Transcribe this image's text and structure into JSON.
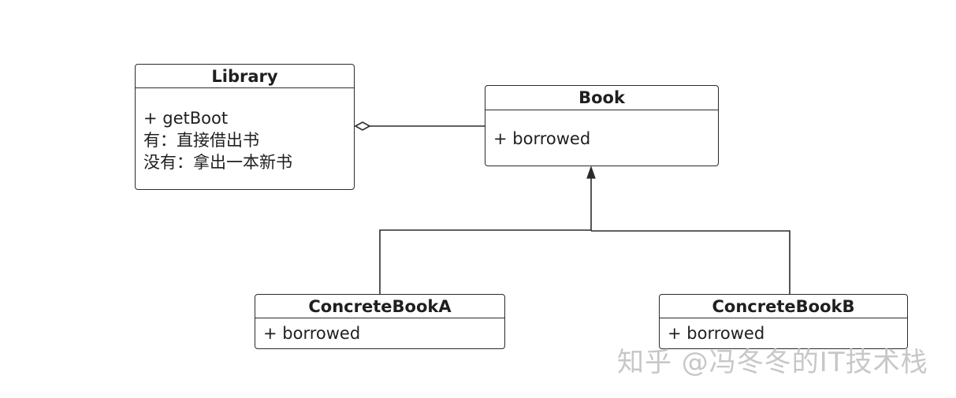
{
  "classes": {
    "library": {
      "name": "Library",
      "members": [
        "+ getBoot",
        "有：直接借出书",
        "没有：拿出一本新书"
      ]
    },
    "book": {
      "name": "Book",
      "members": [
        "+ borrowed"
      ]
    },
    "concrete_book_a": {
      "name": "ConcreteBookA",
      "members": [
        "+ borrowed"
      ]
    },
    "concrete_book_b": {
      "name": "ConcreteBookB",
      "members": [
        "+ borrowed"
      ]
    }
  },
  "relationships": [
    {
      "from": "Library",
      "to": "Book",
      "type": "aggregation"
    },
    {
      "from": "ConcreteBookA",
      "to": "Book",
      "type": "generalization"
    },
    {
      "from": "ConcreteBookB",
      "to": "Book",
      "type": "generalization"
    }
  ],
  "watermark": "知乎 @冯冬冬的IT技术栈",
  "colors": {
    "line": "#2b2b2b",
    "watermark": "#b4b4b4"
  }
}
